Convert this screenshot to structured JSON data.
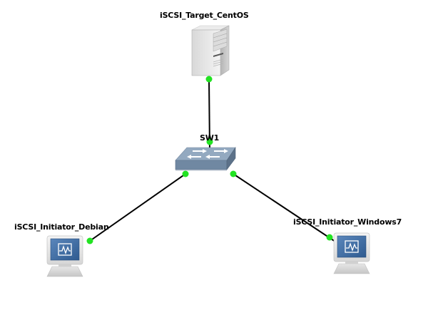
{
  "topology": {
    "nodes": [
      {
        "id": "target",
        "label": "iSCSI_Target_CentOS",
        "type": "server"
      },
      {
        "id": "sw1",
        "label": "SW1",
        "type": "switch"
      },
      {
        "id": "debian",
        "label": "iSCSI_Initiator_Debian",
        "type": "workstation"
      },
      {
        "id": "win7",
        "label": "iSCSI_Initiator_Windows7",
        "type": "workstation"
      }
    ],
    "links": [
      {
        "from": "target",
        "to": "sw1",
        "status": "up"
      },
      {
        "from": "sw1",
        "to": "debian",
        "status": "up"
      },
      {
        "from": "sw1",
        "to": "win7",
        "status": "up"
      }
    ],
    "colors": {
      "link": "#000000",
      "port_up": "#22e322",
      "switch_top": "#8fa6be",
      "switch_side": "#6b8198",
      "screen": "#3f6fa6"
    }
  }
}
